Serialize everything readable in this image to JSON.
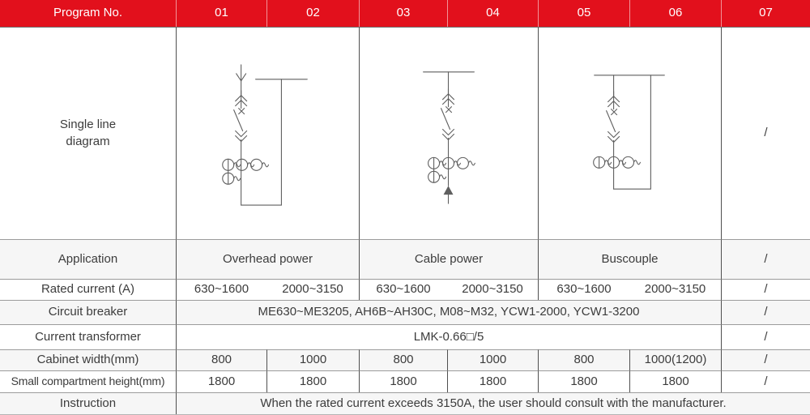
{
  "colors": {
    "header_red": "#e2101c",
    "text": "#3c3c3c",
    "border_dark": "#4f4f4f",
    "border_light": "#9c9c9c",
    "row_alt_bg": "#f6f6f6",
    "diagram_stroke": "#5f5f5f"
  },
  "header": {
    "label": "Program No.",
    "programs": [
      "01",
      "02",
      "03",
      "04",
      "05",
      "06",
      "07"
    ]
  },
  "icons": [
    "single-line-diagram-overhead-icon",
    "single-line-diagram-cable-icon",
    "single-line-diagram-buscouple-icon"
  ],
  "rows": {
    "diagram": {
      "label_lines": [
        "Single line",
        "diagram"
      ],
      "na": "/"
    },
    "application": {
      "label": "Application",
      "values": [
        "Overhead power",
        "Cable power",
        "Buscouple"
      ],
      "na": "/"
    },
    "rated_current": {
      "label": "Rated current (A)",
      "values": [
        "630~1600",
        "2000~3150",
        "630~1600",
        "2000~3150",
        "630~1600",
        "2000~3150"
      ],
      "na": "/"
    },
    "circuit_breaker": {
      "label": "Circuit breaker",
      "value": "ME630~ME3205, AH6B~AH30C, M08~M32, YCW1-2000, YCW1-3200",
      "na": "/"
    },
    "current_transformer": {
      "label": "Current transformer",
      "value": "LMK-0.66□/5",
      "na": "/"
    },
    "cabinet_width": {
      "label": "Cabinet width(mm)",
      "values": [
        "800",
        "1000",
        "800",
        "1000",
        "800",
        "1000(1200)"
      ],
      "na": "/"
    },
    "compartment_height": {
      "label": "Small compartment height(mm)",
      "values": [
        "1800",
        "1800",
        "1800",
        "1800",
        "1800",
        "1800"
      ],
      "na": "/"
    },
    "instruction": {
      "label": "Instruction",
      "value": "When the rated current exceeds 3150A, the user should consult with the manufacturer."
    }
  }
}
